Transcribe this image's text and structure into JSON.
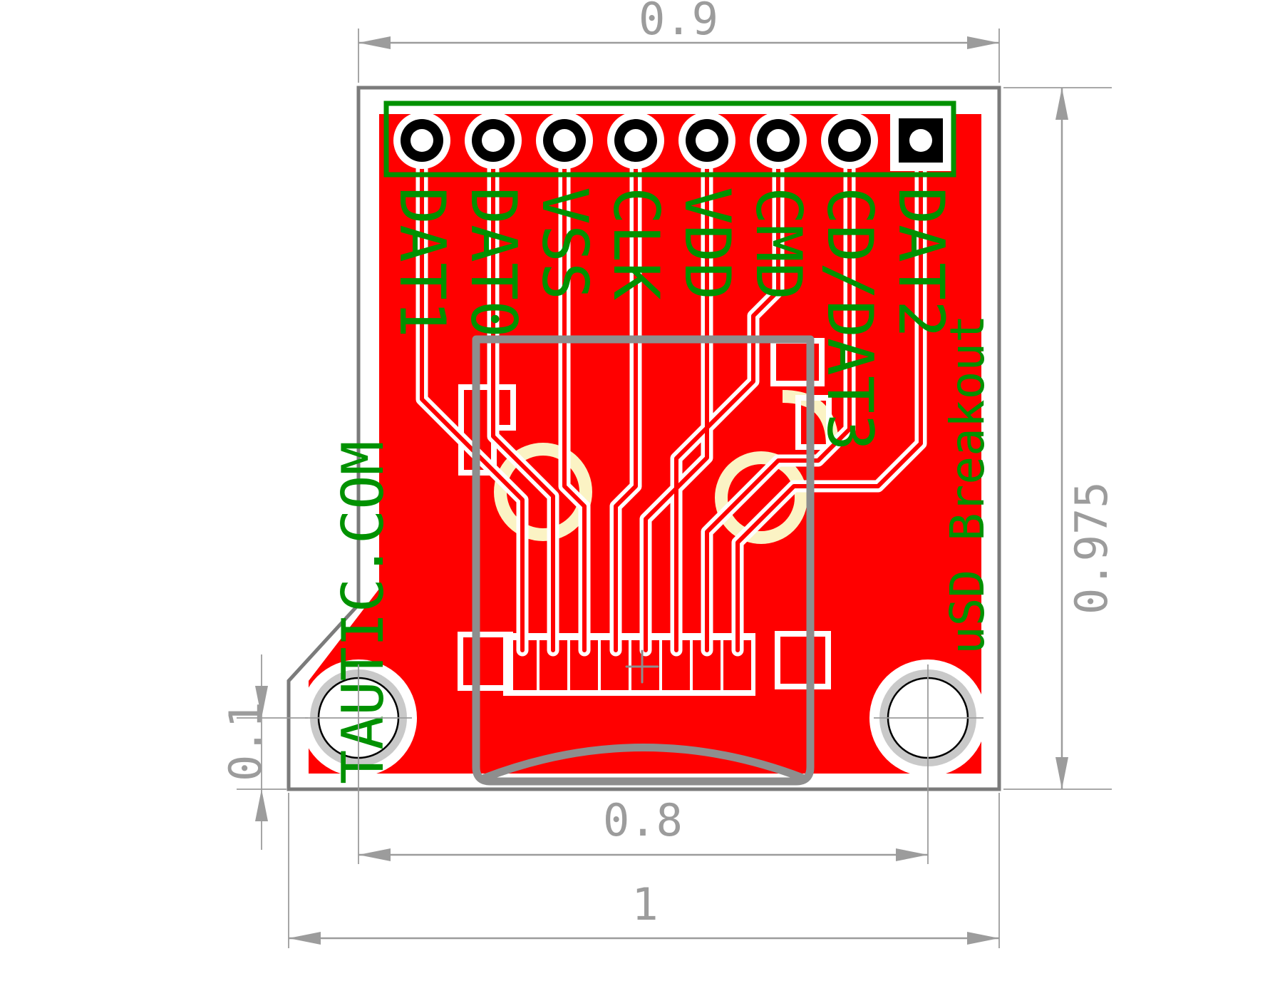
{
  "title": "uSD breakout PCB layout with dimensions",
  "colors": {
    "copper": "#ff0000",
    "silk-green": "#009100",
    "board-edge": "#7b7b7b",
    "courtyard": "#8e8e8e",
    "dim-gray": "#9c9c9c",
    "hole-ring": "#c9c9c9",
    "docu-cream": "#fbf3c4"
  },
  "pins": [
    {
      "label": "DAT1"
    },
    {
      "label": "DAT0"
    },
    {
      "label": "VSS"
    },
    {
      "label": "CLK"
    },
    {
      "label": "VDD"
    },
    {
      "label": "CMD"
    },
    {
      "label": "CD/DAT3"
    },
    {
      "label": "DAT2"
    }
  ],
  "silkscreen": {
    "brand": "TAUTIC.COM",
    "product": "uSD Breakout"
  },
  "dimensions": {
    "top_width": "0.9",
    "board_height": "0.975",
    "hole_edge_offset": "0.1",
    "hole_span": "0.8",
    "board_width": "1"
  }
}
